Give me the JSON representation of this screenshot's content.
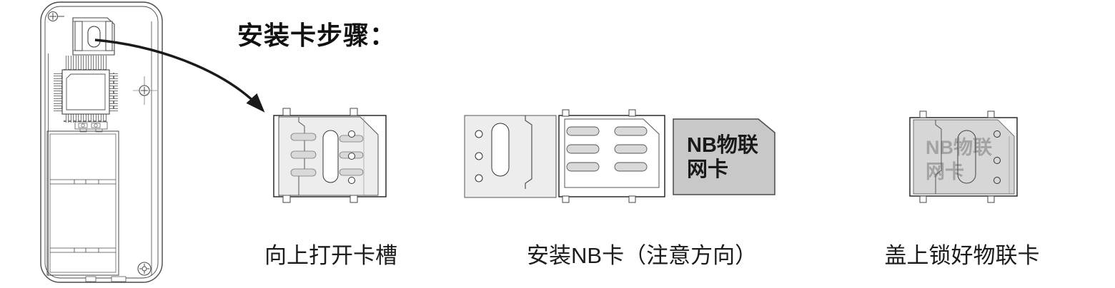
{
  "title": "安装卡步骤：",
  "steps": [
    {
      "id": 1,
      "caption": "向上打开卡槽"
    },
    {
      "id": 2,
      "caption": "安装NB卡（注意方向）"
    },
    {
      "id": 3,
      "caption": "盖上锁好物联卡"
    }
  ],
  "nb_card": {
    "line1": "NB物联",
    "line2": "网卡"
  },
  "installed_card": {
    "line1": "NB物联",
    "line2": "网卡"
  },
  "colors": {
    "line": "#4a4a4a",
    "cover_fill": "#ededed",
    "slot_fill": "#d9d9d9",
    "card_fill": "#c8c8c8",
    "installed_fill": "#d6d6d6",
    "installed_text": "#a3a3a3",
    "arrow": "#1a1a1a"
  }
}
